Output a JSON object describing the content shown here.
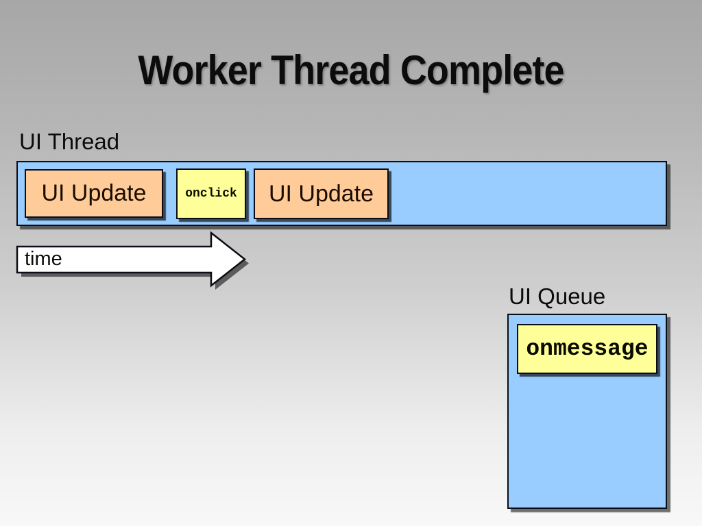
{
  "slide": {
    "title": "Worker Thread Complete"
  },
  "ui_thread": {
    "label": "UI Thread",
    "blocks": [
      {
        "label": "UI Update",
        "type": "ui-update"
      },
      {
        "label": "onclick",
        "type": "event"
      },
      {
        "label": "UI Update",
        "type": "ui-update"
      }
    ]
  },
  "time_arrow": {
    "label": "time"
  },
  "ui_queue": {
    "label": "UI Queue",
    "blocks": [
      {
        "label": "onmessage",
        "type": "event"
      }
    ]
  },
  "colors": {
    "thread_bar_fill": "#99ccff",
    "ui_update_fill": "#ffcc99",
    "event_fill": "#ffff99",
    "border": "#0a0d14",
    "arrow_fill": "#ffffff",
    "background_top": "#a7a7a7",
    "background_bottom": "#f8f8f8"
  }
}
